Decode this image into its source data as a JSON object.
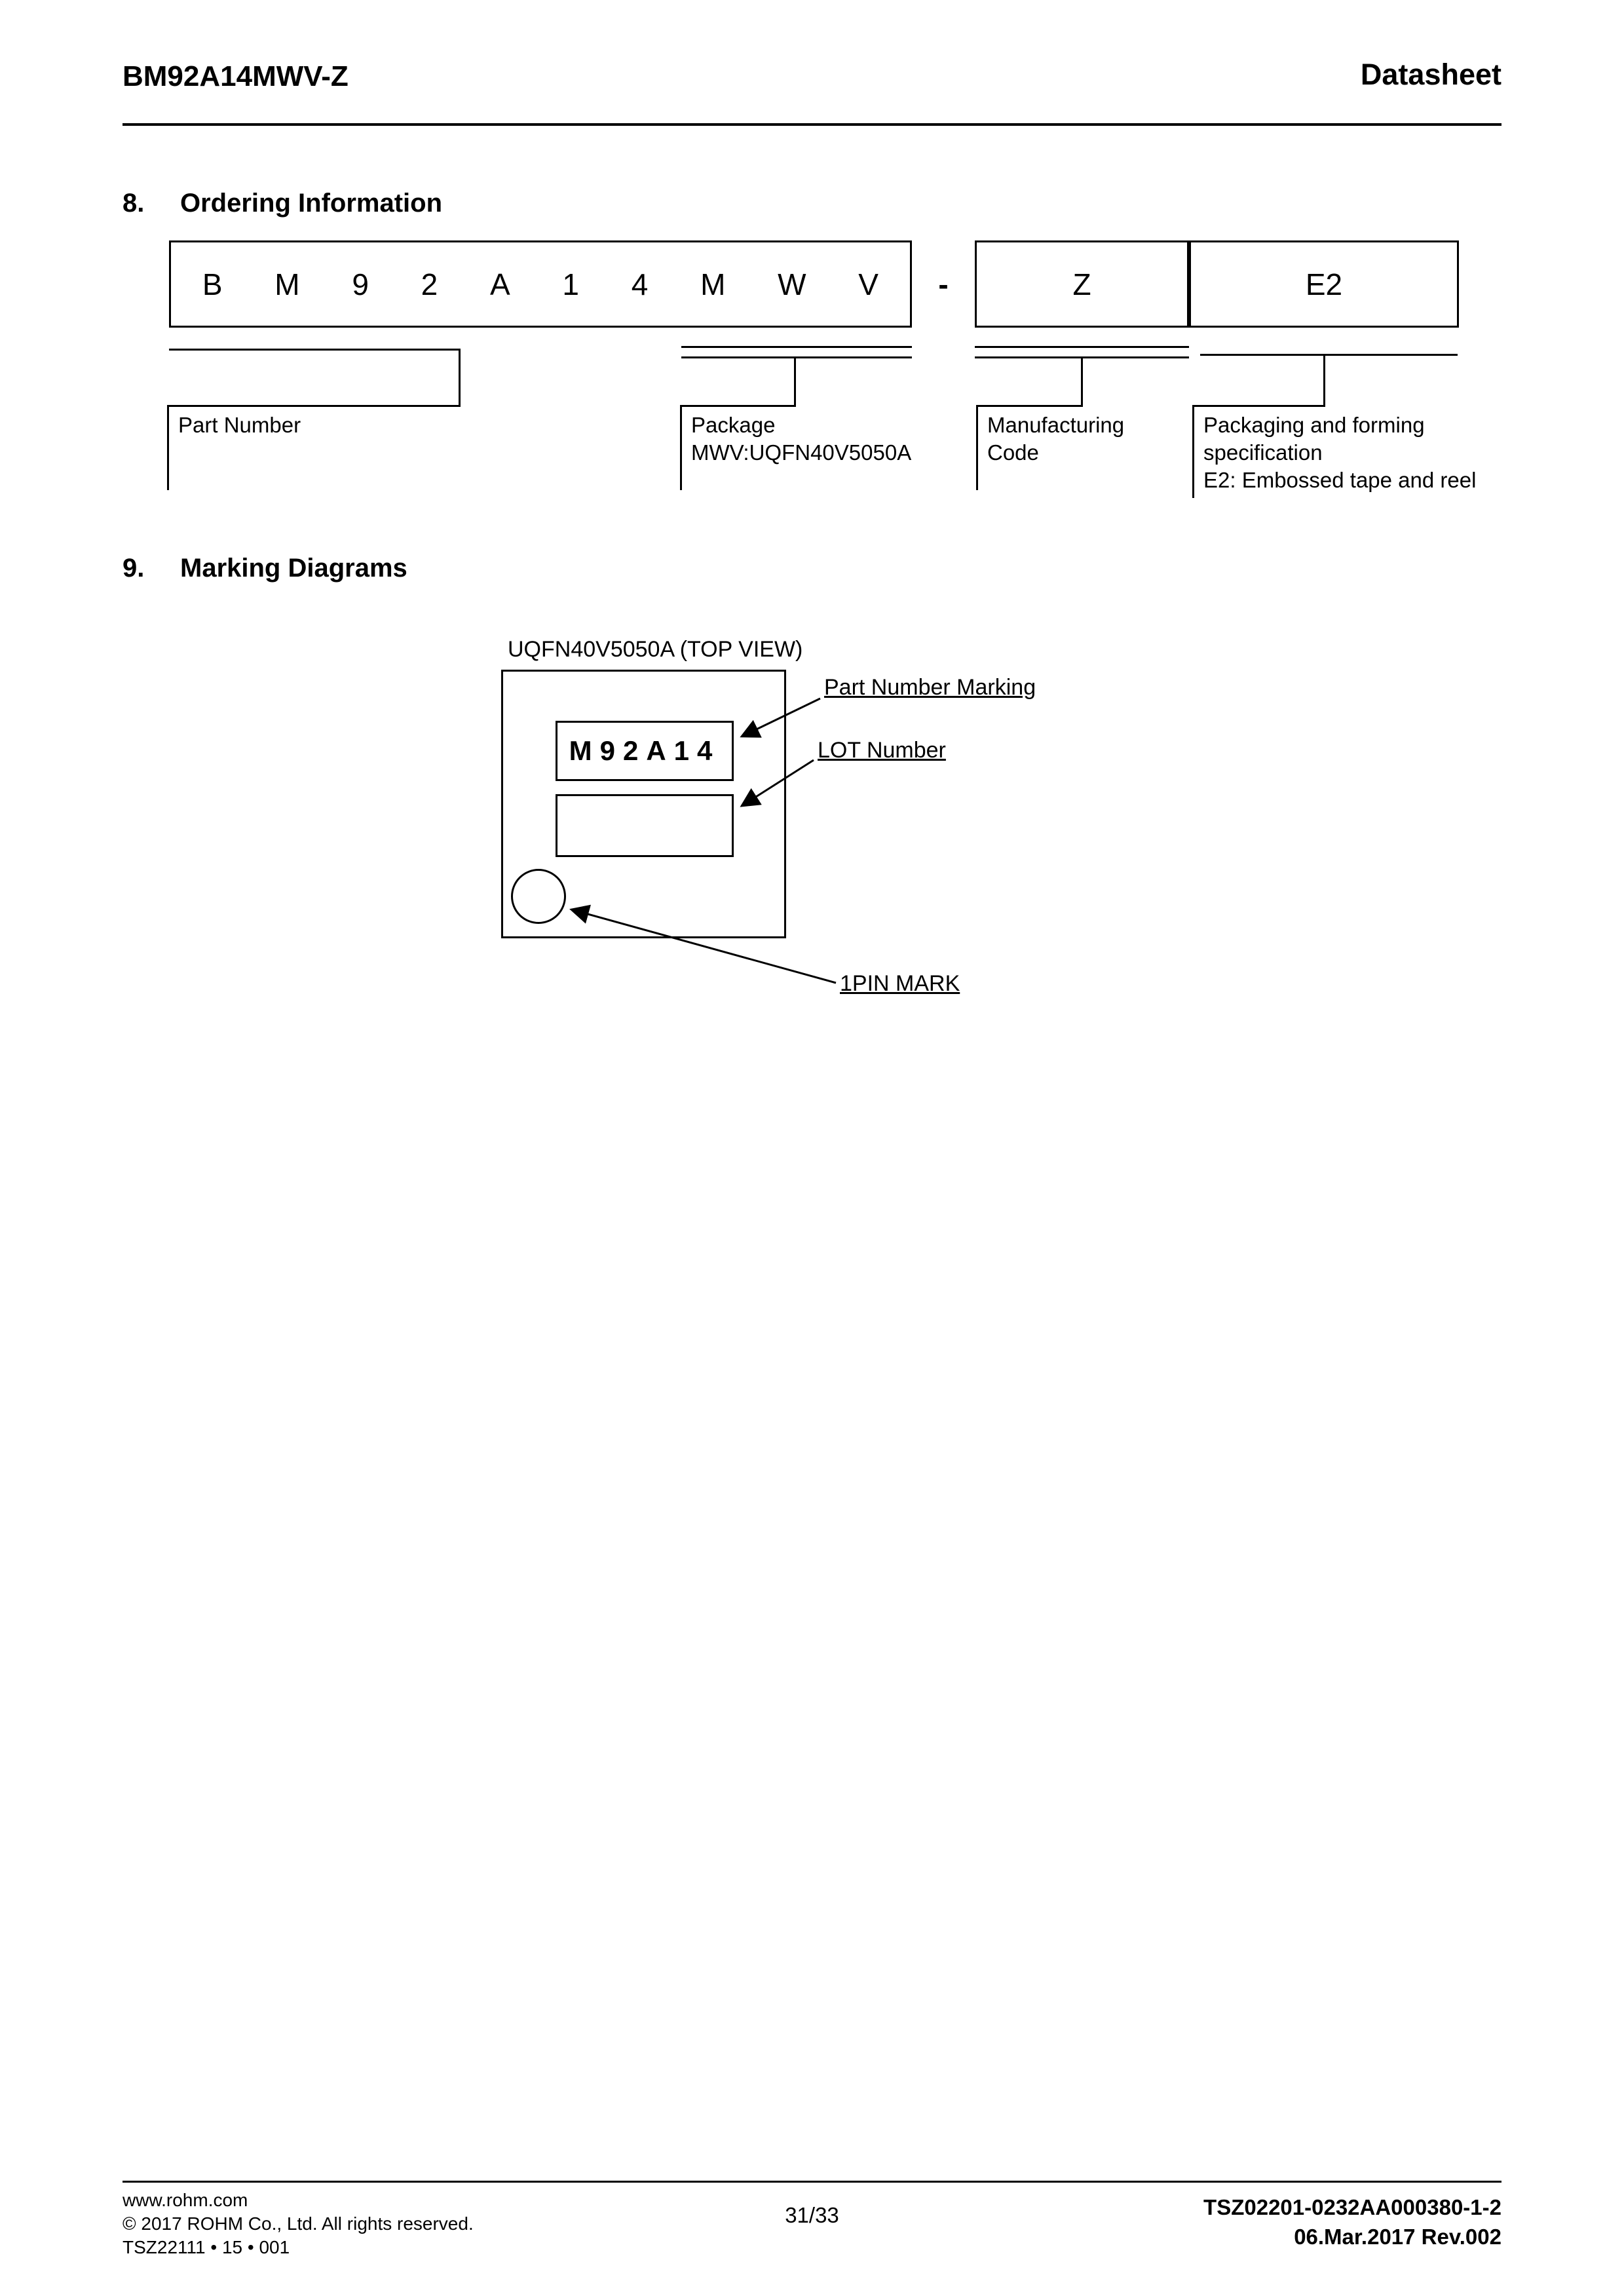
{
  "header": {
    "title": "BM92A14MWV-Z",
    "doc_type": "Datasheet"
  },
  "ordering_section": {
    "number": "8.",
    "title": "Ordering Information",
    "part_chars": [
      "B",
      "M",
      "9",
      "2",
      "A",
      "1",
      "4",
      "M",
      "W",
      "V"
    ],
    "separator": "-",
    "manufacturing_code": "Z",
    "packaging_code": "E2",
    "callouts": {
      "part_number": "Part Number",
      "package": [
        "Package",
        "MWV:UQFN40V5050A"
      ],
      "manufacturing": [
        "Manufacturing",
        "Code"
      ],
      "packaging": [
        "Packaging and forming",
        "specification",
        "E2: Embossed tape and reel"
      ]
    }
  },
  "marking_section": {
    "number": "9.",
    "title": "Marking Diagrams",
    "caption": "UQFN40V5050A (TOP VIEW)",
    "part_marking": "M92A14",
    "callouts": {
      "part_number_marking": "Part Number Marking",
      "lot_number": "LOT Number",
      "pin1_mark": "1PIN MARK"
    }
  },
  "footer": {
    "website": "www.rohm.com",
    "copyright": "© 2017 ROHM Co., Ltd. All rights reserved.",
    "doc_code": "TSZ22111 • 15 • 001",
    "page_number": "31/33",
    "doc_id": "TSZ02201-0232AA000380-1-2",
    "revision": "06.Mar.2017 Rev.002"
  }
}
